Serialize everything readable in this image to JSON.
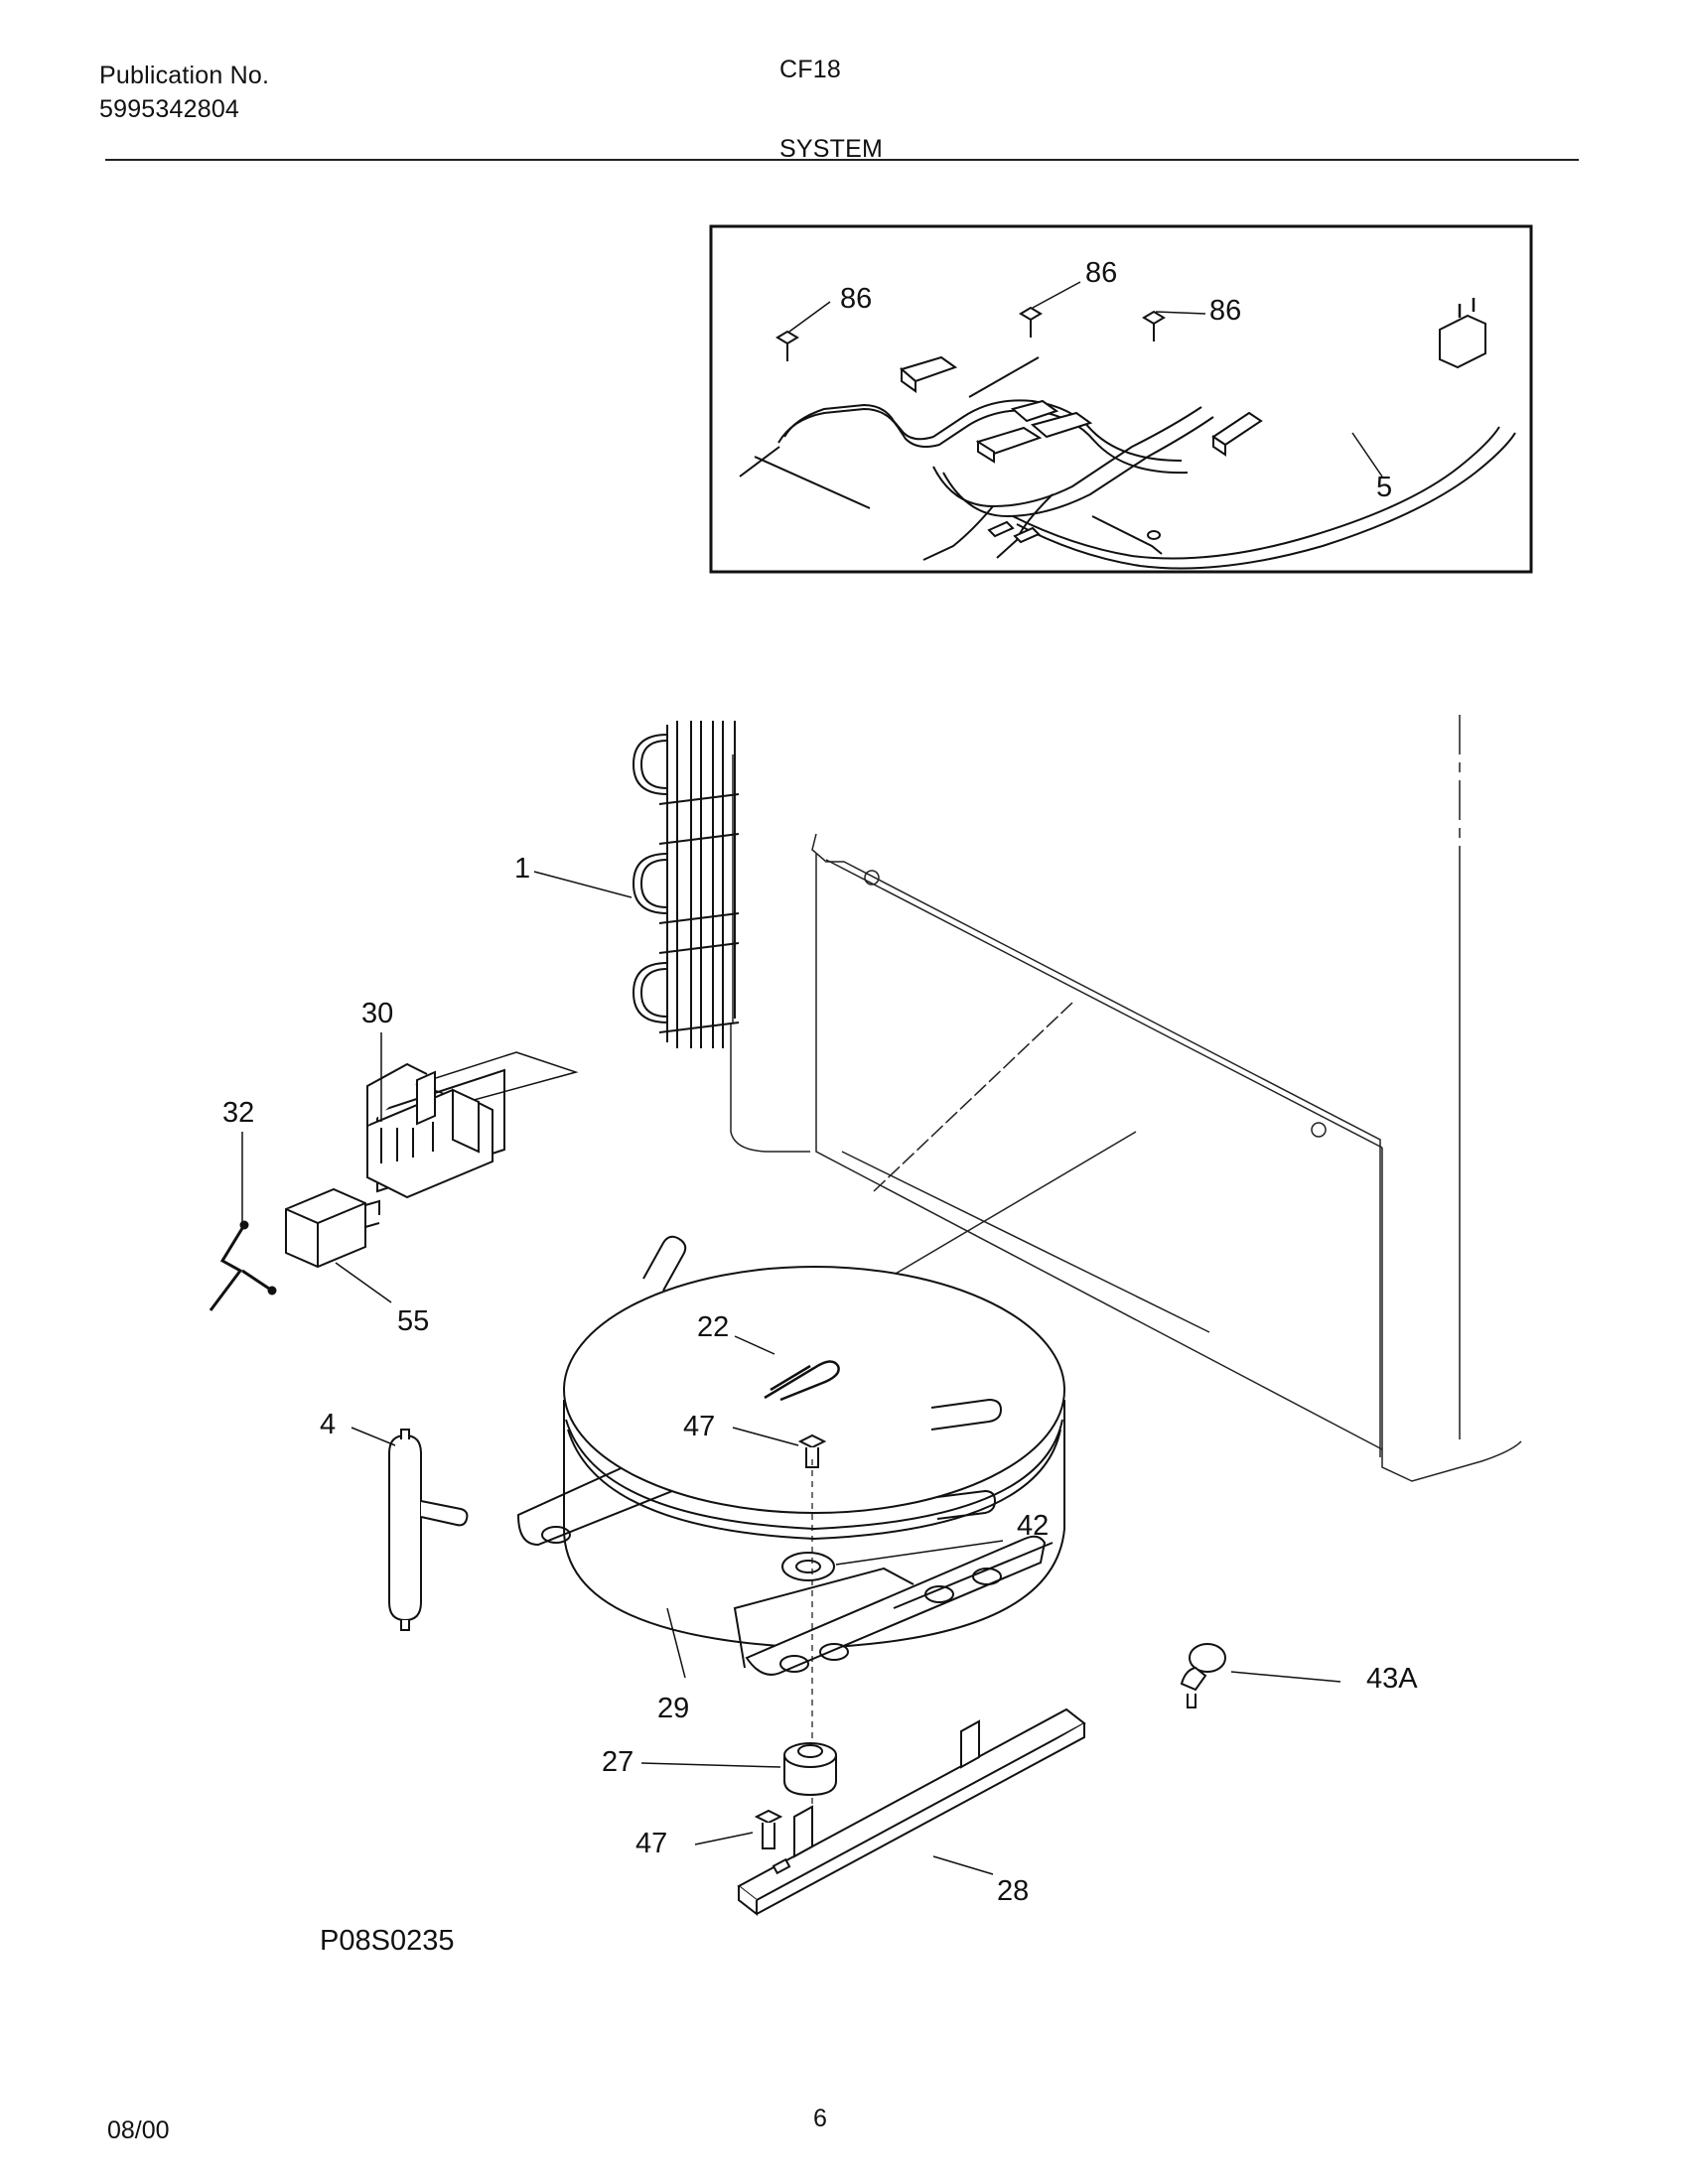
{
  "header": {
    "publication_label": "Publication No.",
    "publication_number": "5995342804",
    "model": "CF18",
    "section": "SYSTEM"
  },
  "diagram": {
    "inset_callouts": [
      "86",
      "86",
      "86",
      "5"
    ],
    "callouts": [
      "1",
      "30",
      "32",
      "55",
      "4",
      "22",
      "47",
      "42",
      "29",
      "43A",
      "27",
      "47",
      "28"
    ],
    "figure_code": "P08S0235"
  },
  "footer": {
    "date": "08/00",
    "page": "6"
  }
}
